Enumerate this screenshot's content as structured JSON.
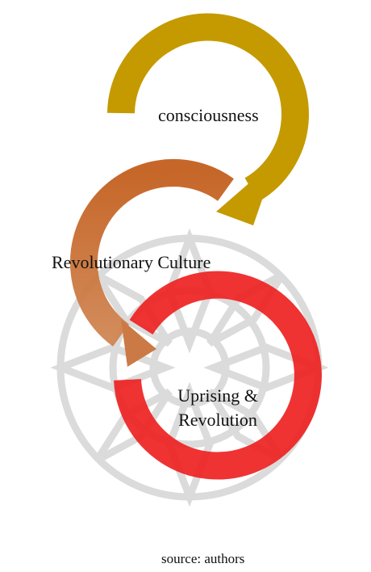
{
  "diagram": {
    "steps": [
      {
        "label": "consciousness",
        "color": "#C49A00"
      },
      {
        "label": "Revolutionary Culture",
        "color": "#C96A28"
      },
      {
        "label_line1": "Uprising &",
        "label_line2": "Revolution",
        "color": "#EE2222"
      }
    ],
    "watermark_color": "#c8c8c8",
    "source": "source: authors"
  }
}
